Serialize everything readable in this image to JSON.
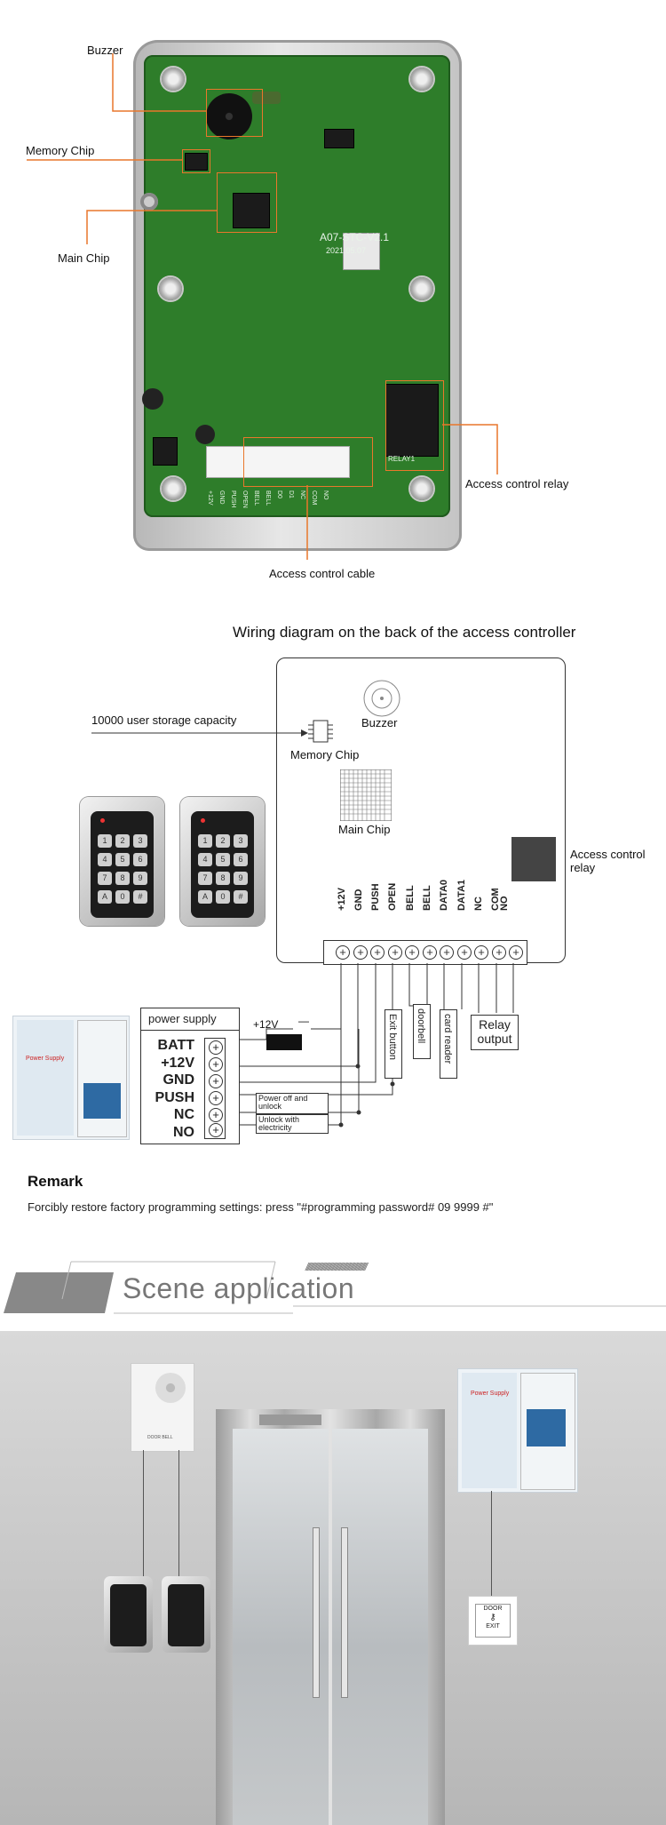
{
  "pcb_section": {
    "callouts": {
      "buzzer": "Buzzer",
      "memory_chip": "Memory Chip",
      "main_chip": "Main Chip",
      "access_control_relay": "Access control relay",
      "access_control_cable": "Access control cable"
    },
    "board_model": "A07-STC-V2.1",
    "board_date": "2021.05.07",
    "relay_silk": "RELAY1",
    "cable_pins": [
      "+12V",
      "GND",
      "PUSH",
      "OPEN",
      "BELL",
      "BELL",
      "D0",
      "D1",
      "NC",
      "COM",
      "NO"
    ]
  },
  "wiring_section": {
    "title": "Wiring diagram on the back of the access controller",
    "storage_note": "10000 user storage capacity",
    "buzzer_label": "Buzzer",
    "memory_chip_label": "Memory Chip",
    "main_chip_label": "Main Chip",
    "relay_label": "Access control relay",
    "terminals": [
      "+12V",
      "GND",
      "PUSH",
      "OPEN",
      "BELL",
      "BELL",
      "DATA0",
      "DATA1",
      "NC",
      "COM",
      "NO"
    ],
    "device_boxes": {
      "exit_button": "Exit button",
      "doorbell": "doorbell",
      "card_reader": "card reader",
      "relay_output": "Relay output"
    },
    "power_supply": {
      "title": "power supply",
      "pins": [
        "BATT",
        "+12V",
        "GND",
        "PUSH",
        "NC",
        "NO"
      ],
      "lock_plus": "+12V",
      "lock_minus": "—",
      "power_off_unlock": "Power off and unlock",
      "unlock_with_electricity": "Unlock with electricity"
    },
    "keypad_keys": [
      "1",
      "2",
      "3",
      "4",
      "5",
      "6",
      "7",
      "8",
      "9",
      "A",
      "0",
      "#"
    ],
    "psu_label": "Power Supply"
  },
  "remark": {
    "title": "Remark",
    "text": "Forcibly restore factory programming settings: press \"#programming password# 09 9999 #\""
  },
  "scene": {
    "title": "Scene application",
    "slashes": "///////////////////////////////////////////////////",
    "doorbell_label": "DOOR BELL",
    "exit_top": "DOOR",
    "exit_bottom": "EXIT",
    "psu_label": "Power Supply"
  },
  "colors": {
    "accent_orange": "#e9772b",
    "pcb_green": "#2e7d2a",
    "relay_black": "#333333"
  }
}
